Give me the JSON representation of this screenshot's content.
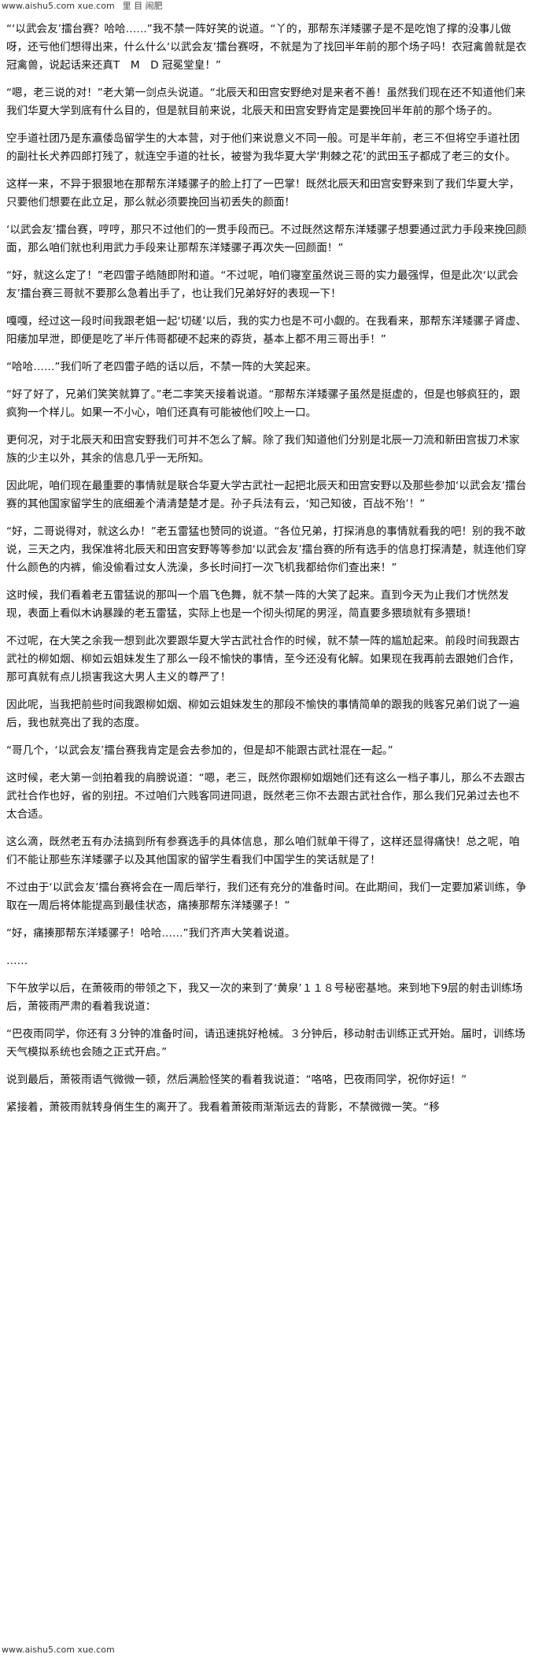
{
  "header": {
    "url": "www.aishu5.com  xue.com",
    "garbled": "里 目 闹肥"
  },
  "paragraphs": [
    "“‘以武会友’擂台赛？哈哈……”我不禁一阵好笑的说道。“丫的，那帮东洋矮骡子是不是吃饱了撑的没事儿做呀，还亏他们想得出来，什么什么‘以武会友’擂台赛呀，不就是为了找回半年前的那个场子吗！衣冠禽兽就是衣冠禽兽，说起话来还真T　M　D 冠冕堂皇！”",
    "“嗯，老三说的对！”老大第一剑点头说道。“北辰天和田宫安野绝对是来者不善！虽然我们现在还不知道他们来我们华夏大学到底有什么目的，但是就目前来说，北辰天和田宫安野肯定是要挽回半年前的那个场子的。",
    "空手道社团乃是东瀛倭岛留学生的大本营，对于他们来说意义不同一般。可是半年前，老三不但将空手道社团的副社长犬养四郎打残了，就连空手道的社长，被誉为我华夏大学‘荆棘之花’的武田玉子都成了老三的女仆。",
    "这样一来，不异于狠狠地在那帮东洋矮骡子的脸上打了一巴掌！既然北辰天和田宫安野来到了我们华夏大学，只要他们想要在此立足，那么就必须要挽回当初丢失的颜面！",
    "‘以武会友’擂台赛，哼哼，那只不过他们的一贯手段而已。不过既然这帮东洋矮骡子想要通过武力手段来挽回颜面，那么咱们就也利用武力手段来让那帮东洋矮骡子再次失一回颜面！”",
    "“好，就这么定了！”老四雷子皓随即附和道。“不过呢，咱们寝室虽然说三哥的实力最强悍，但是此次‘以武会友’擂台赛三哥就不要那么急着出手了，也让我们兄弟好好的表现一下！",
    "嘎嘎，经过这一段时间我跟老姐一起‘切磋’以后，我的实力也是不可小觑的。在我看来，那帮东洋矮骡子肾虚、阳痿加早泄，即便是吃了半斤伟哥都硬不起来的孬货，基本上都不用三哥出手！”",
    "“哈哈……”我们听了老四雷子皓的话以后，不禁一阵的大笑起来。",
    "“好了好了，兄弟们笑笑就算了。”老二李笑天接着说道。“那帮东洋矮骡子虽然是挺虚的，但是也够疯狂的，跟疯狗一个样儿。如果一不小心，咱们还真有可能被他们咬上一口。",
    "更何况，对于北辰天和田宫安野我们可并不怎么了解。除了我们知道他们分别是北辰一刀流和新田宫拔刀术家族的少主以外，其余的信息几乎一无所知。",
    "因此呢，咱们现在最重要的事情就是联合华夏大学古武社一起把北辰天和田宫安野以及那些参加‘以武会友’擂台赛的其他国家留学生的底细差个清清楚楚才是。孙子兵法有云，‘知己知彼，百战不殆’！”",
    "“好，二哥说得对，就这么办！”老五雷猛也赞同的说道。“各位兄弟，打探消息的事情就看我的吧！别的我不敢说，三天之内，我保准将北辰天和田宫安野等等参加‘以武会友’擂台赛的所有选手的信息打探清楚，就连他们穿什么颜色的内裤，偷没偷看过女人洗澡，多长时间打一次飞机我都给你们查出来！”",
    "这时候，我们看着老五雷猛说的那叫一个眉飞色舞，就不禁一阵的大笑了起来。直到今天为止我们才恍然发现，表面上看似木讷暴躁的老五雷猛，实际上也是一个彻头彻尾的男淫，简直要多猥琐就有多猥琐！",
    "不过呢，在大笑之余我一想到此次要跟华夏大学古武社合作的时候，就不禁一阵的尴尬起来。前段时间我跟古武社的柳如烟、柳如云姐妹发生了那么一段不愉快的事情，至今还没有化解。如果现在我再前去跟她们合作，那可真就有点儿损害我这大男人主义的尊严了！",
    "因此呢，当我把前些时间我跟柳如烟、柳如云姐妹发生的那段不愉快的事情简单的跟我的贱客兄弟们说了一遍后，我也就亮出了我的态度。",
    "“哥几个，‘以武会友’擂台赛我肯定是会去参加的，但是却不能跟古武社混在一起。”",
    "这时候，老大第一剑拍着我的肩膀说道：“嗯，老三，既然你跟柳如烟她们还有这么一档子事儿，那么不去跟古武社合作也好，省的别扭。不过咱们六贱客同进同退，既然老三你不去跟古武社合作，那么我们兄弟过去也不太合适。",
    "这么滴，既然老五有办法搞到所有参赛选手的具体信息，那么咱们就单干得了，这样还显得痛快！总之呢，咱们不能让那些东洋矮骡子以及其他国家的留学生看我们中国学生的笑话就是了！",
    "不过由于‘以武会友’擂台赛将会在一周后举行，我们还有充分的准备时间。在此期间，我们一定要加紧训练，争取在一周后将体能提高到最佳状态，痛揍那帮东洋矮骡子！”",
    "“好，痛揍那帮东洋矮骡子！哈哈……”我们齐声大笑着说道。",
    "……",
    "下午放学以后，在萧筱雨的带领之下，我又一次的来到了‘黄泉’１１８号秘密基地。来到地下9层的射击训练场后，萧筱雨严肃的看着我说道：",
    "“巴夜雨同学，你还有３分钟的准备时间，请迅速挑好枪械。３分钟后，移动射击训练正式开始。届时，训练场天气模拟系统也会随之正式开启。”",
    "说到最后，萧筱雨语气微微一顿，然后满脸怪笑的看着我说道：“咯咯，巴夜雨同学，祝你好运！”",
    "紧接着，萧筱雨就转身俏生生的离开了。我看着萧筱雨渐渐远去的背影，不禁微微一笑。“移"
  ],
  "footer": {
    "url": "www.aishu5.com  xue.com"
  }
}
